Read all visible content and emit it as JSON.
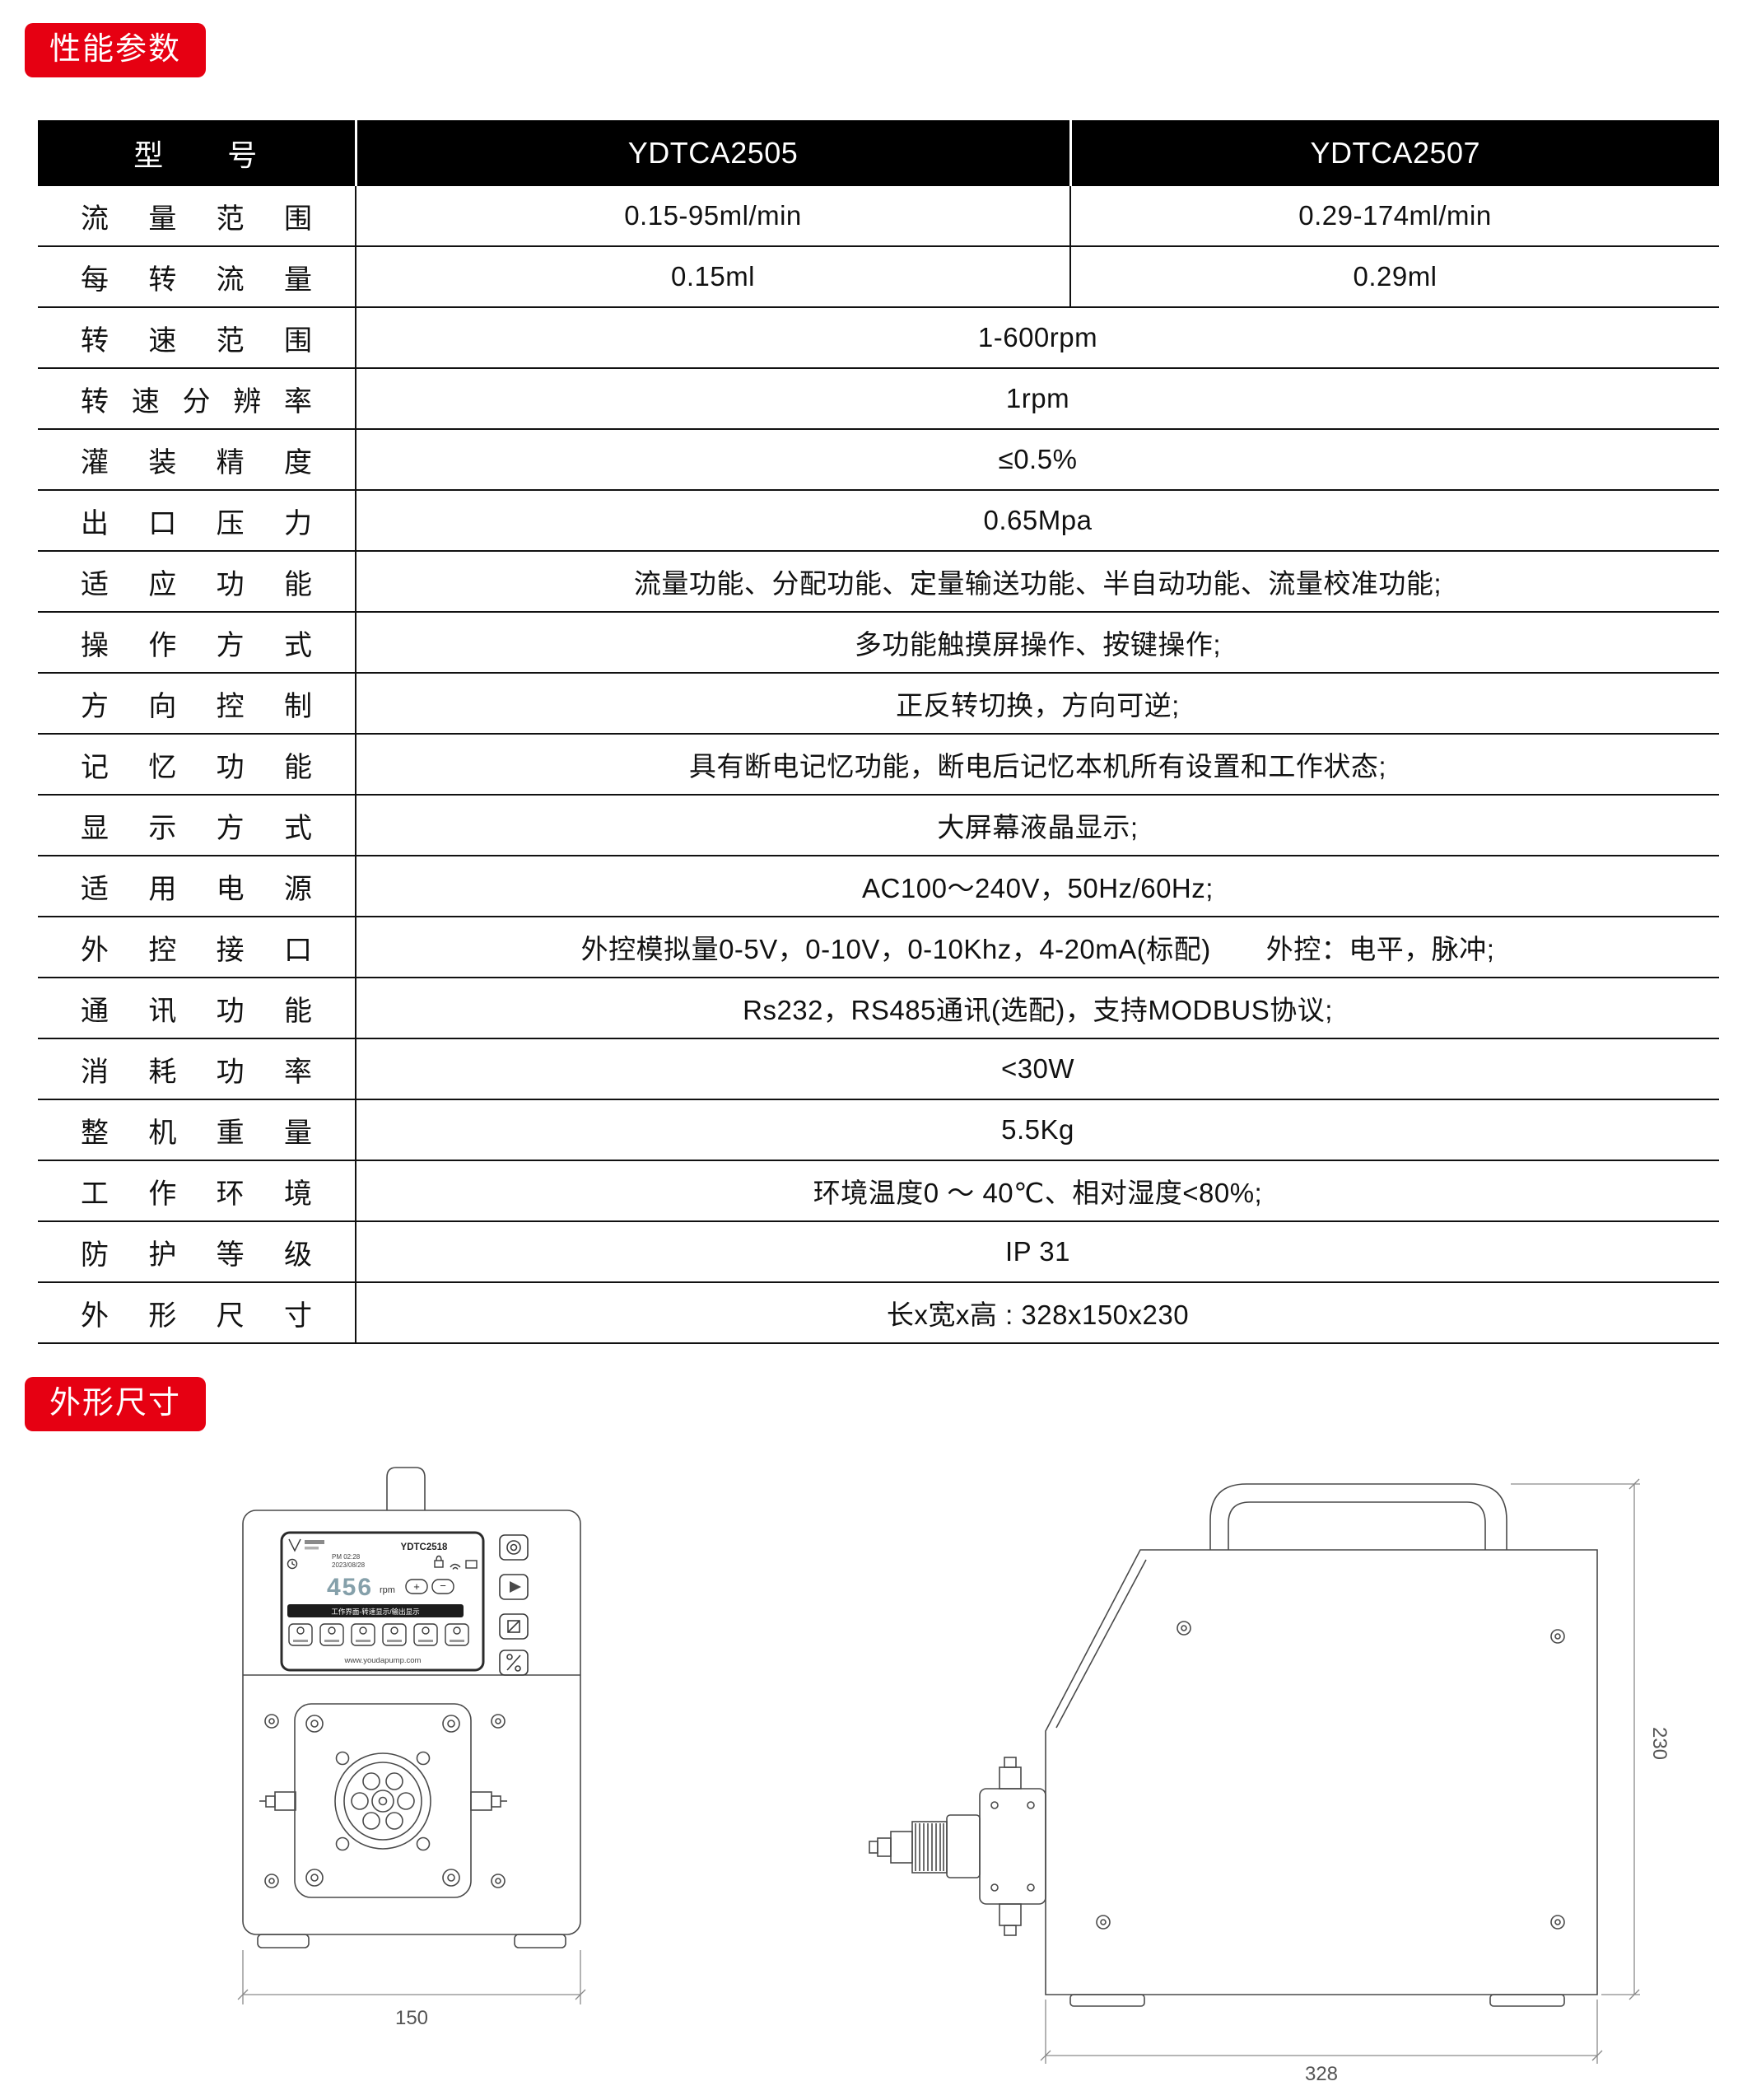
{
  "sections": {
    "performance": {
      "title": "性能参数"
    },
    "dimensions": {
      "title": "外形尺寸"
    }
  },
  "colors": {
    "badge_bg": "#e60012",
    "table_header_bg": "#000000",
    "table_header_text": "#ffffff"
  },
  "spec_table": {
    "header": {
      "label": "型　　号",
      "col1": "YDTCA2505",
      "col2": "YDTCA2507"
    },
    "rows": [
      {
        "label": "流量范围",
        "values": [
          "0.15-95ml/min",
          "0.29-174ml/min"
        ]
      },
      {
        "label": "每转流量",
        "values": [
          "0.15ml",
          "0.29ml"
        ]
      },
      {
        "label": "转速范围",
        "values": [
          "1-600rpm"
        ]
      },
      {
        "label": "转速分辨率",
        "values": [
          "1rpm"
        ]
      },
      {
        "label": "灌装精度",
        "values": [
          "≤0.5%"
        ]
      },
      {
        "label": "出口压力",
        "values": [
          "0.65Mpa"
        ]
      },
      {
        "label": "适应功能",
        "values": [
          "流量功能、分配功能、定量输送功能、半自动功能、流量校准功能;"
        ]
      },
      {
        "label": "操作方式",
        "values": [
          "多功能触摸屏操作、按键操作;"
        ]
      },
      {
        "label": "方向控制",
        "values": [
          "正反转切换，方向可逆;"
        ]
      },
      {
        "label": "记忆功能",
        "values": [
          "具有断电记忆功能，断电后记忆本机所有设置和工作状态;"
        ]
      },
      {
        "label": "显示方式",
        "values": [
          "大屏幕液晶显示;"
        ]
      },
      {
        "label": "适用电源",
        "values": [
          "AC100～240V，50Hz/60Hz;"
        ]
      },
      {
        "label": "外控接口",
        "values": [
          "外控模拟量0-5V，0-10V，0-10Khz，4-20mA(标配)　　外控：电平，脉冲;"
        ]
      },
      {
        "label": "通讯功能",
        "values": [
          "Rs232，RS485通讯(选配)，支持MODBUS协议;"
        ]
      },
      {
        "label": "消耗功率",
        "values": [
          "<30W"
        ]
      },
      {
        "label": "整机重量",
        "values": [
          "5.5Kg"
        ]
      },
      {
        "label": "工作环境",
        "values": [
          "环境温度0 ～ 40℃、相对湿度<80%;"
        ]
      },
      {
        "label": "防护等级",
        "values": [
          "IP 31"
        ]
      },
      {
        "label": "外形尺寸",
        "values": [
          "长x宽x高 : 328x150x230"
        ]
      }
    ]
  },
  "front_view": {
    "panel": {
      "model": "YDTC2518",
      "date": "2023/08/28",
      "time": "PM 02:28",
      "speed_value": "456",
      "speed_unit": "rpm",
      "plus_label": "+",
      "minus_label": "−",
      "status_text": "工作界面-转速显示/输出显示",
      "website": "www.youdapump.com"
    },
    "dim_width": "150"
  },
  "side_view": {
    "dim_height": "230",
    "dim_length": "328"
  }
}
